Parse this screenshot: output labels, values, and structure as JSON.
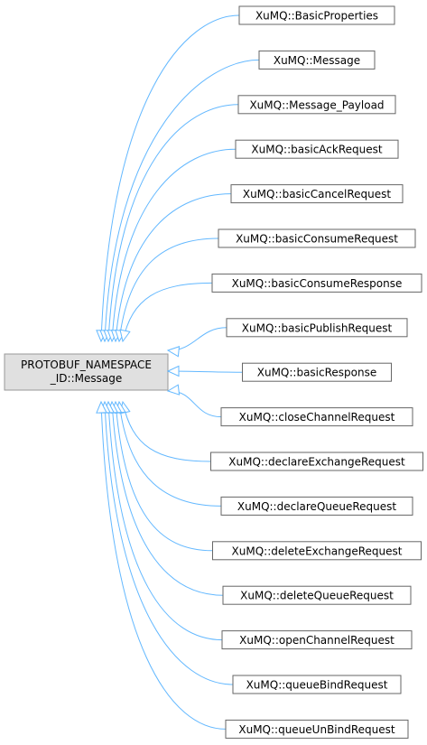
{
  "colors": {
    "edge": "#63b8ff",
    "base_fill": "#e0e0e0",
    "node_fill": "#ffffff",
    "node_border": "#666666"
  },
  "base_class": {
    "line1": "PROTOBUF_NAMESPACE",
    "line2": "_ID::Message"
  },
  "derived_classes": [
    "XuMQ::BasicProperties",
    "XuMQ::Message",
    "XuMQ::Message_Payload",
    "XuMQ::basicAckRequest",
    "XuMQ::basicCancelRequest",
    "XuMQ::basicConsumeRequest",
    "XuMQ::basicConsumeResponse",
    "XuMQ::basicPublishRequest",
    "XuMQ::basicResponse",
    "XuMQ::closeChannelRequest",
    "XuMQ::declareExchangeRequest",
    "XuMQ::declareQueueRequest",
    "XuMQ::deleteExchangeRequest",
    "XuMQ::deleteQueueRequest",
    "XuMQ::openChannelRequest",
    "XuMQ::queueBindRequest",
    "XuMQ::queueUnBindRequest"
  ]
}
